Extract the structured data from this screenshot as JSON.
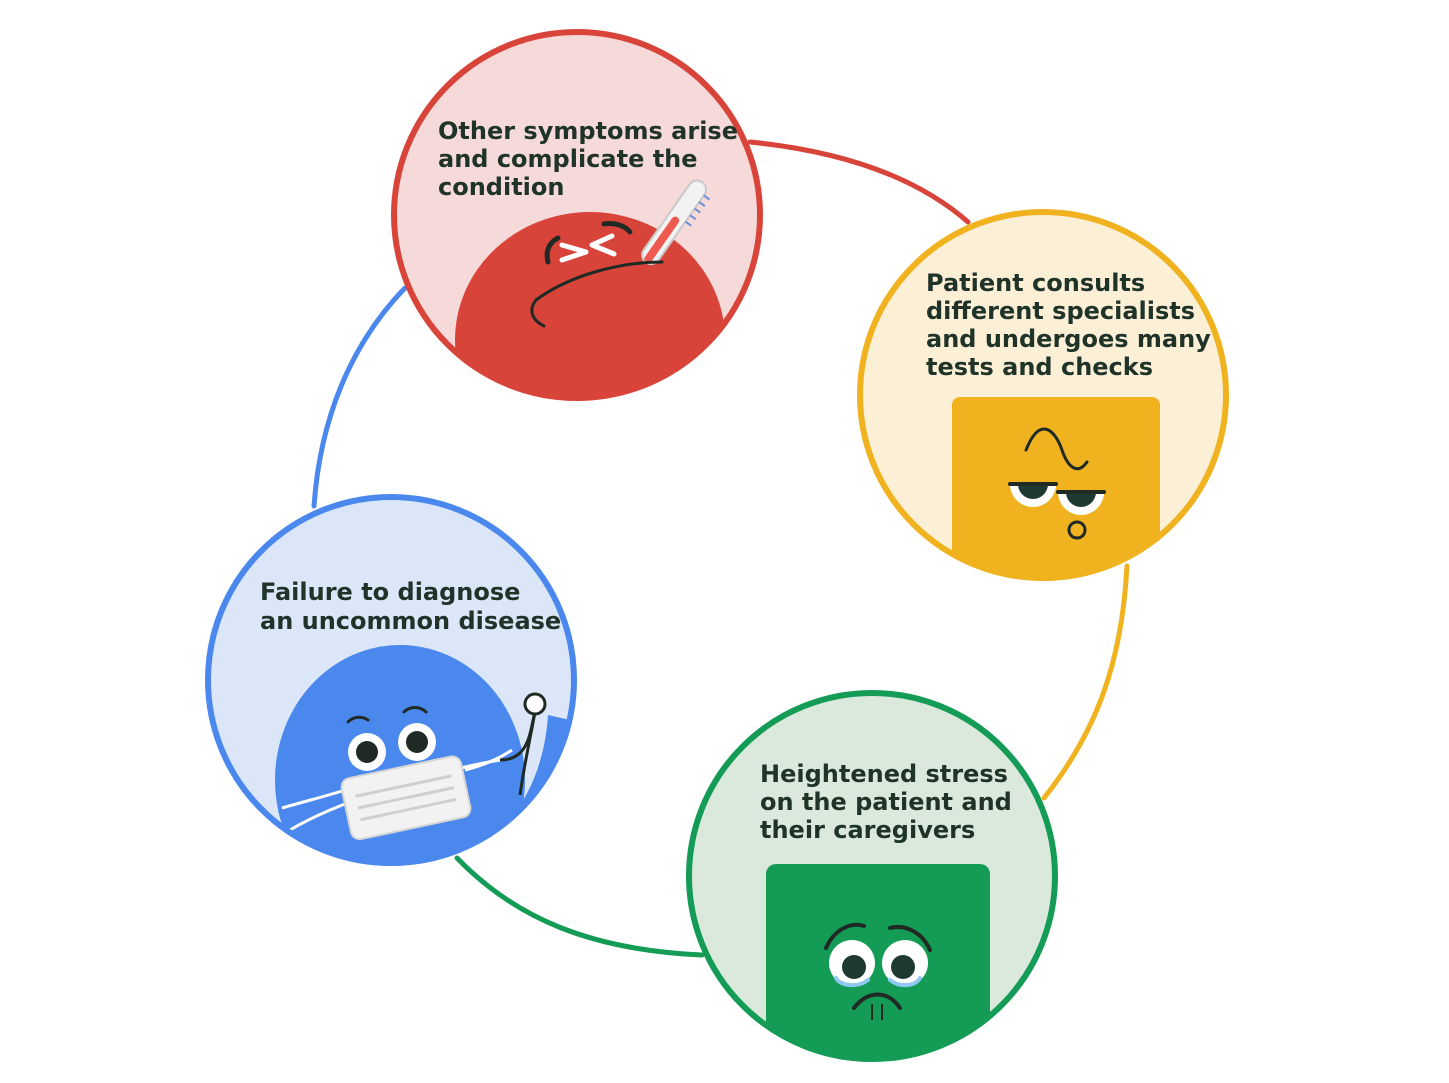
{
  "colors": {
    "red": "#d9443a",
    "red_bg": "#f6dada",
    "yellow": "#f0b31f",
    "yellow_bg": "#fbefd6",
    "green": "#149c56",
    "green_bg": "#dae9dc",
    "blue": "#4a88ed",
    "blue_bg": "#dce6f9",
    "text": "#1f3329"
  },
  "nodes": {
    "top": {
      "lines": [
        "Other symptoms arise",
        "and complicate the",
        "condition"
      ],
      "icon": "fever-character-icon"
    },
    "right": {
      "lines": [
        "Patient consults",
        "different specialists",
        "and undergoes many",
        "tests and checks"
      ],
      "icon": "confused-character-icon"
    },
    "bottom": {
      "lines": [
        "Heightened stress",
        "on the patient and",
        "their caregivers"
      ],
      "icon": "sad-character-icon"
    },
    "left": {
      "lines": [
        "Failure to diagnose",
        "an uncommon disease"
      ],
      "icon": "doctor-character-icon"
    }
  }
}
